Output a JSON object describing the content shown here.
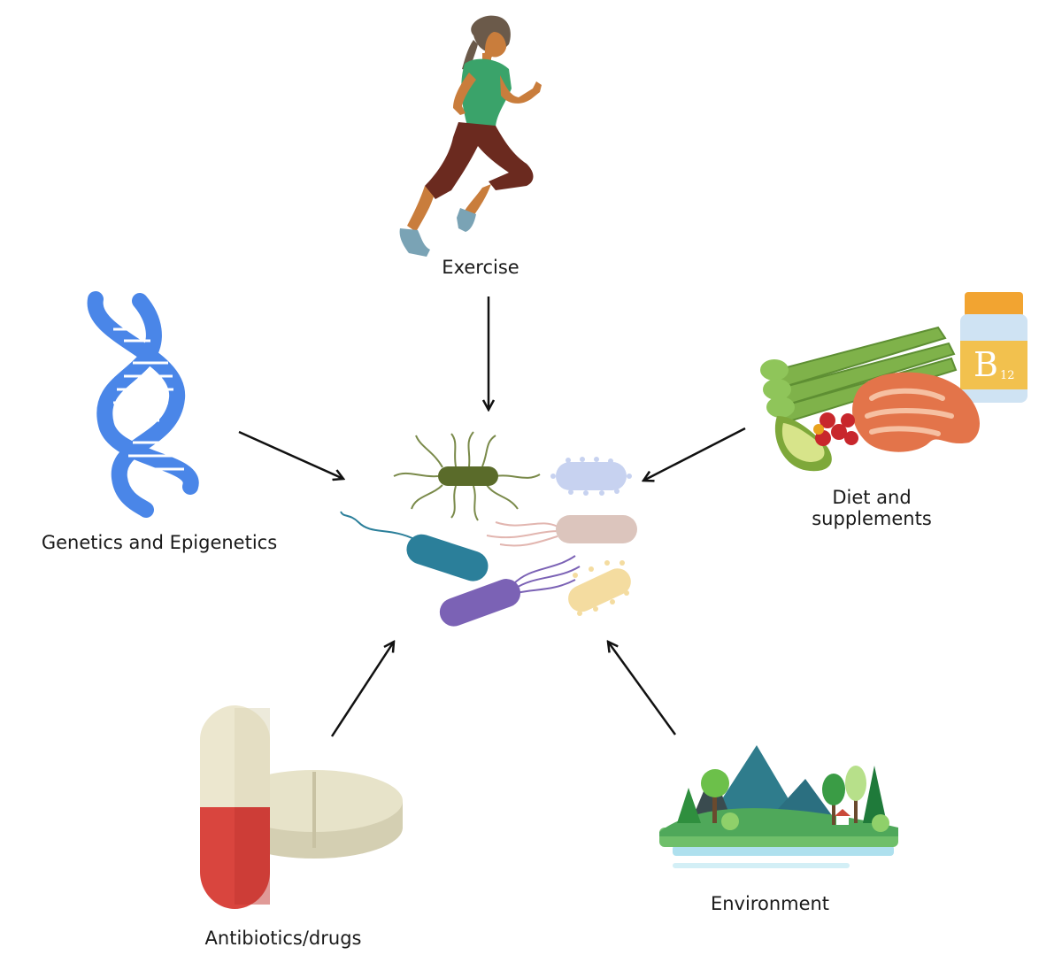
{
  "labels": {
    "exercise": "Exercise",
    "genetics": "Genetics and Epigenetics",
    "diet_line1": "Diet and",
    "diet_line2": "supplements",
    "antibiotics": "Antibiotics/drugs",
    "environment": "Environment"
  },
  "vitamin_label": {
    "letter": "B",
    "subscript": "12"
  },
  "icons": {
    "exercise": "runner-icon",
    "genetics": "dna-icon",
    "diet": "food-and-vitamin-icon",
    "antibiotics": "pill-icon",
    "environment": "landscape-icon",
    "center": "microbiome-bacteria-icon"
  },
  "colors": {
    "arrow": "#111111",
    "dna": "#4a86e8",
    "shirt": "#3aa36a",
    "pants": "#6b2a1f",
    "pill_red": "#d9453e",
    "pill_cream": "#ece7cf",
    "mountain": "#2f7c8c",
    "bacteria_green": "#5a6b2a",
    "bacteria_blue": "#2b7f9a",
    "bacteria_purple": "#7b62b5"
  }
}
